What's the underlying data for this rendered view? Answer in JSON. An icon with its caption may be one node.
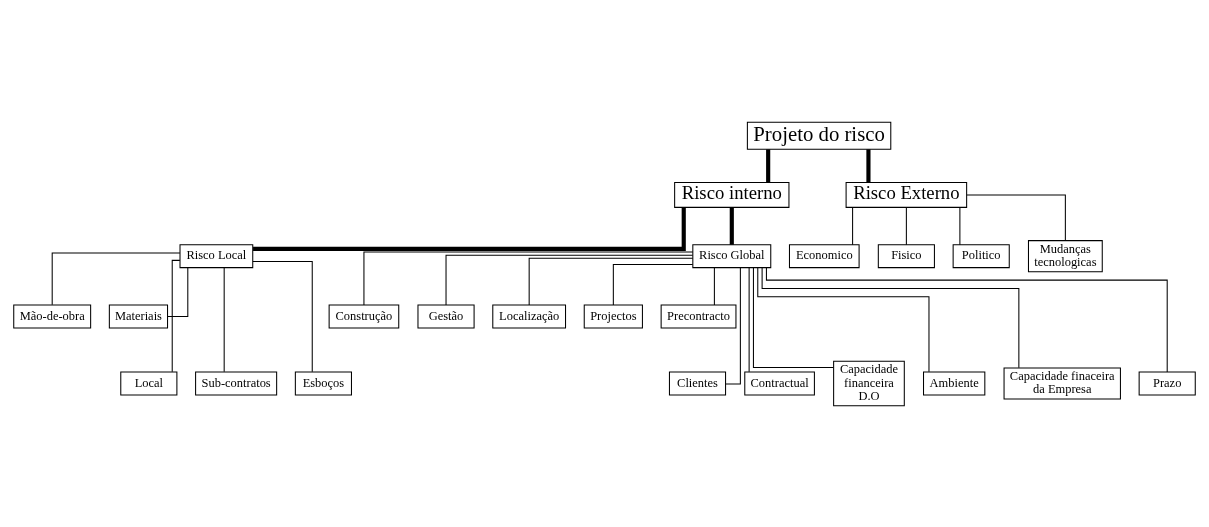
{
  "diagram": {
    "nodes": [
      {
        "text": [
          "Projeto do risco"
        ]
      },
      {
        "text": [
          "Risco interno"
        ]
      },
      {
        "text": [
          "Risco Externo"
        ]
      },
      {
        "text": [
          "Economico"
        ]
      },
      {
        "text": [
          "Fisico"
        ]
      },
      {
        "text": [
          "Politico"
        ]
      },
      {
        "text": [
          "Mudanças tecnologicas"
        ]
      },
      {
        "text": [
          "Risco Local"
        ]
      },
      {
        "text": [
          "Risco Global"
        ]
      },
      {
        "text": [
          "Mão-de-obra"
        ]
      },
      {
        "text": [
          "Materiais"
        ]
      },
      {
        "text": [
          "Local"
        ]
      },
      {
        "text": [
          "Sub-contratos"
        ]
      },
      {
        "text": [
          "Esboços"
        ]
      },
      {
        "text": [
          "Construção"
        ]
      },
      {
        "text": [
          "Gestão"
        ]
      },
      {
        "text": [
          "Localização"
        ]
      },
      {
        "text": [
          "Projectos"
        ]
      },
      {
        "text": [
          "Precontracto"
        ]
      },
      {
        "text": [
          "Clientes"
        ]
      },
      {
        "text": [
          "Contractual"
        ]
      },
      {
        "text": [
          "Capacidade financeira D.O"
        ]
      },
      {
        "text": [
          "Ambiente"
        ]
      },
      {
        "text": [
          "Capacidade finaceira da Empresa"
        ]
      },
      {
        "text": [
          "Prazo"
        ]
      }
    ],
    "edges": [
      {
        "from": 0,
        "to": 1,
        "arrow": "none",
        "style": "thick"
      },
      {
        "from": 0,
        "to": 2,
        "arrow": "none",
        "style": "thick"
      },
      {
        "from": 2,
        "to": 3,
        "arrow": "none"
      },
      {
        "from": 2,
        "to": 4,
        "arrow": "none"
      },
      {
        "from": 2,
        "to": 5,
        "arrow": "none"
      },
      {
        "from": 2,
        "to": 6,
        "arrow": "none"
      },
      {
        "from": 1,
        "to": 7,
        "arrow": "none",
        "style": "thick"
      },
      {
        "from": 1,
        "to": 8,
        "arrow": "none",
        "style": "thick"
      },
      {
        "from": 7,
        "to": 9,
        "arrow": "none"
      },
      {
        "from": 7,
        "to": 10,
        "arrow": "none"
      },
      {
        "from": 7,
        "to": 11,
        "arrow": "none"
      },
      {
        "from": 7,
        "to": 12,
        "arrow": "none"
      },
      {
        "from": 7,
        "to": 13,
        "arrow": "none"
      },
      {
        "from": 8,
        "to": 14,
        "arrow": "none"
      },
      {
        "from": 8,
        "to": 15,
        "arrow": "none"
      },
      {
        "from": 8,
        "to": 16,
        "arrow": "none"
      },
      {
        "from": 8,
        "to": 17,
        "arrow": "none"
      },
      {
        "from": 8,
        "to": 18,
        "arrow": "none"
      },
      {
        "from": 8,
        "to": 19,
        "arrow": "none"
      },
      {
        "from": 8,
        "to": 20,
        "arrow": "none"
      },
      {
        "from": 8,
        "to": 21,
        "arrow": "none"
      },
      {
        "from": 8,
        "to": 22,
        "arrow": "none"
      },
      {
        "from": 8,
        "to": 23,
        "arrow": "none"
      },
      {
        "from": 8,
        "to": 24,
        "arrow": "none"
      }
    ]
  }
}
